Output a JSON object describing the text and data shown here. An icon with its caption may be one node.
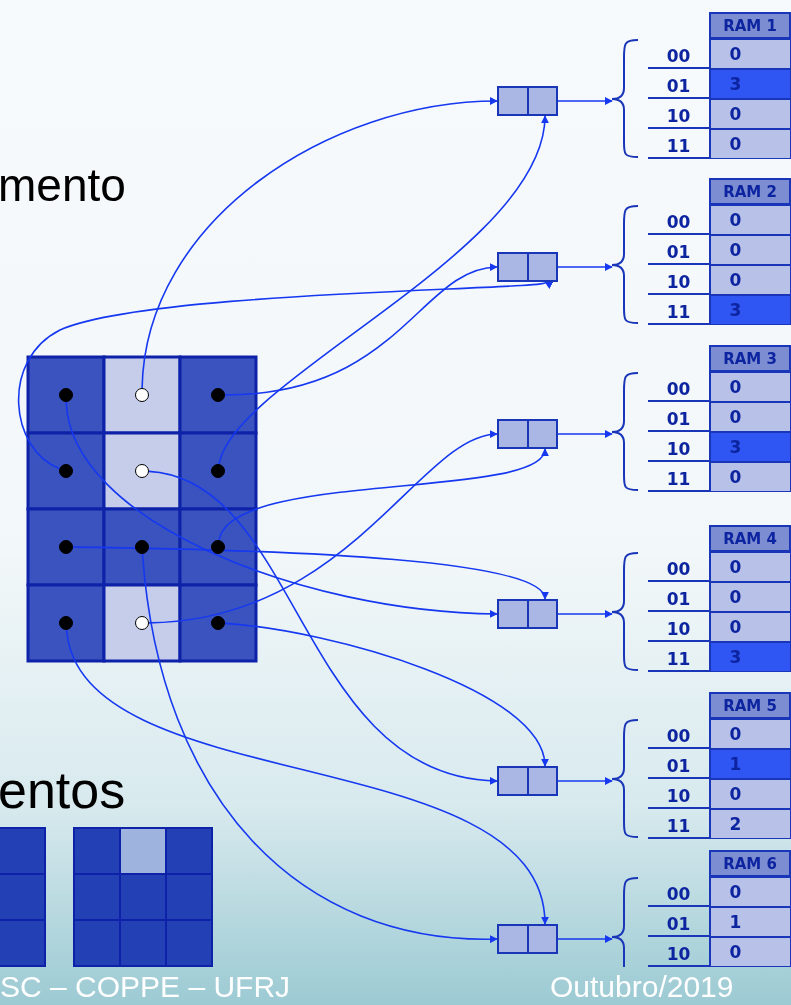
{
  "diagram": {
    "nodes": [
      {
        "text": [],
        "shape": "circle"
      },
      {
        "text": [],
        "shape": "circle"
      },
      {
        "text": [],
        "shape": "circle"
      },
      {
        "text": [],
        "shape": "circle"
      },
      {
        "text": [],
        "shape": "circle"
      },
      {
        "text": [],
        "shape": "circle"
      },
      {
        "text": [],
        "shape": "circle"
      },
      {
        "text": [],
        "shape": "circle"
      },
      {
        "text": [],
        "shape": "circle"
      },
      {
        "text": [],
        "shape": "circle"
      },
      {
        "text": [],
        "shape": "circle"
      },
      {
        "text": [],
        "shape": "circle"
      },
      {
        "text": [],
        "shape": "box"
      },
      {
        "text": [],
        "shape": "box"
      },
      {
        "text": [],
        "shape": "box"
      },
      {
        "text": [],
        "shape": "box"
      },
      {
        "text": [],
        "shape": "box"
      },
      {
        "text": [],
        "shape": "box"
      },
      {
        "text": [
          "RAM 1",
          "00",
          "0",
          "01",
          "3",
          "10",
          "0",
          "11",
          "0"
        ]
      },
      {
        "text": [
          "RAM 2",
          "00",
          "0",
          "01",
          "0",
          "10",
          "0",
          "11",
          "3"
        ]
      },
      {
        "text": [
          "RAM 3",
          "00",
          "0",
          "01",
          "0",
          "10",
          "3",
          "11",
          "0"
        ]
      },
      {
        "text": [
          "RAM 4",
          "00",
          "0",
          "01",
          "0",
          "10",
          "0",
          "11",
          "3"
        ]
      },
      {
        "text": [
          "RAM 5",
          "00",
          "0",
          "01",
          "1",
          "10",
          "0",
          "11",
          "2"
        ]
      },
      {
        "text": [
          "RAM 6",
          "00",
          "0",
          "01",
          "1",
          "10",
          "0"
        ]
      }
    ],
    "edges": [
      {
        "from": 1,
        "to": 12,
        "arrow": "to"
      },
      {
        "from": 5,
        "to": 12,
        "arrow": "to"
      },
      {
        "from": 2,
        "to": 13,
        "arrow": "to"
      },
      {
        "from": 3,
        "to": 13,
        "arrow": "to"
      },
      {
        "from": 10,
        "to": 14,
        "arrow": "to"
      },
      {
        "from": 8,
        "to": 14,
        "arrow": "to"
      },
      {
        "from": 6,
        "to": 15,
        "arrow": "to"
      },
      {
        "from": 0,
        "to": 15,
        "arrow": "to"
      },
      {
        "from": 11,
        "to": 16,
        "arrow": "to"
      },
      {
        "from": 4,
        "to": 16,
        "arrow": "to"
      },
      {
        "from": 9,
        "to": 17,
        "arrow": "to"
      },
      {
        "from": 7,
        "to": 17,
        "arrow": "to"
      },
      {
        "from": 12,
        "to": 18,
        "arrow": "to"
      },
      {
        "from": 13,
        "to": 19,
        "arrow": "to"
      },
      {
        "from": 14,
        "to": 20,
        "arrow": "to"
      },
      {
        "from": 15,
        "to": 21,
        "arrow": "to"
      },
      {
        "from": 16,
        "to": 22,
        "arrow": "to"
      },
      {
        "from": 17,
        "to": 23,
        "arrow": "to"
      }
    ],
    "labels": [
      "mento",
      "entos",
      "SC – COPPE – UFRJ",
      "Outubro/2019"
    ]
  }
}
